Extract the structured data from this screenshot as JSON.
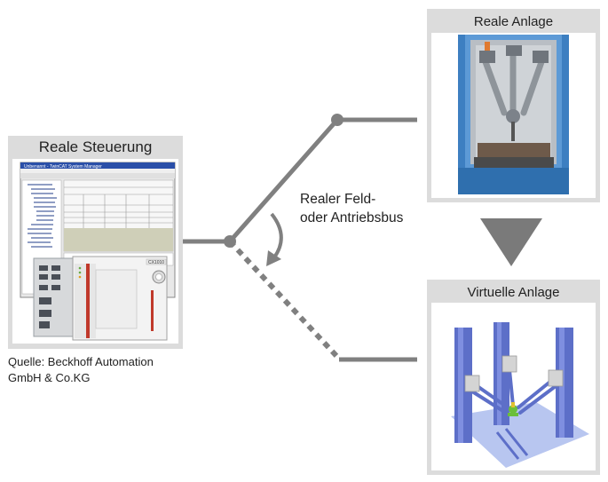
{
  "panels": {
    "real_control": {
      "title": "Reale Steuerung"
    },
    "real_plant": {
      "title": "Reale Anlage"
    },
    "virtual_plant": {
      "title": "Virtuelle Anlage"
    }
  },
  "bus_label": {
    "line1": "Realer Feld-",
    "line2": "oder Antriebsbus"
  },
  "source_caption": {
    "line1": "Quelle: Beckhoff Automation",
    "line2": "GmbH & Co.KG"
  },
  "screen": {
    "window_title": "Unbenannt - TwinCAT System Manager",
    "device_label": "CX1010"
  },
  "colors": {
    "panel_bg": "#dcdcdc",
    "line": "#7f7f7f",
    "arrow": "#7a7a7a",
    "robot_blue": "#5d6fc8"
  }
}
